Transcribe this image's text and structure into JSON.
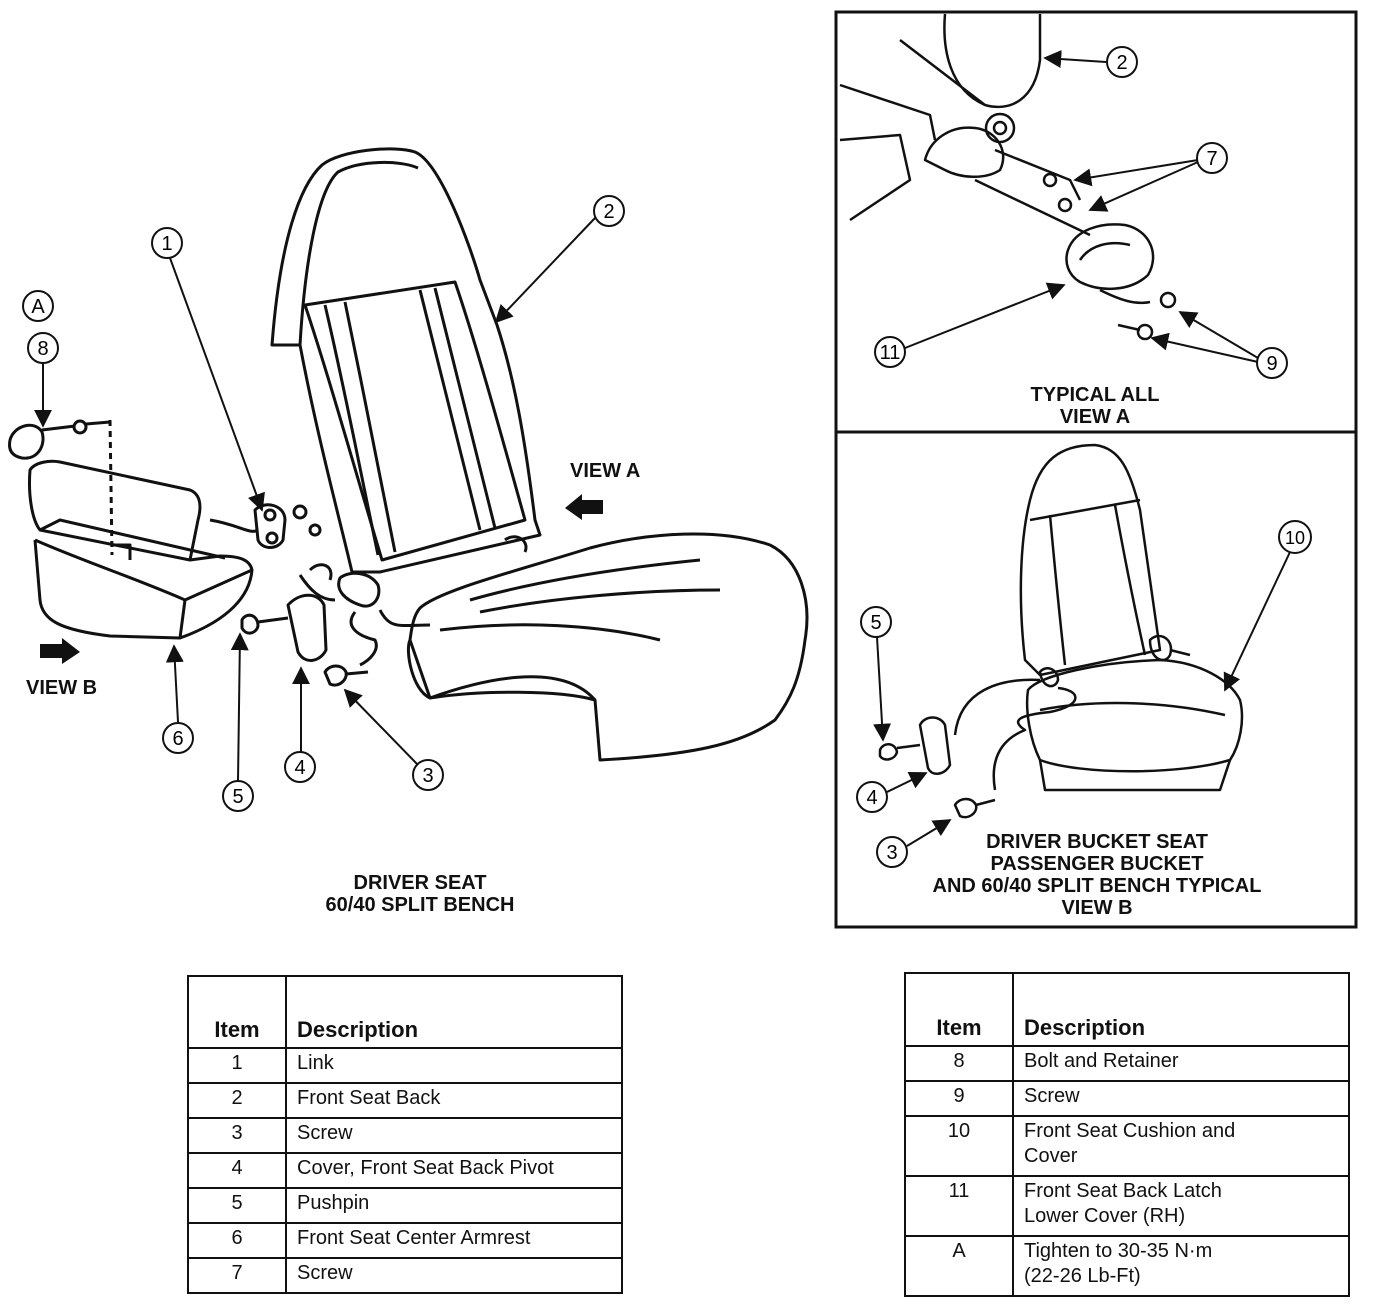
{
  "main_view": {
    "caption_line1": "DRIVER SEAT",
    "caption_line2": "60/40 SPLIT BENCH",
    "view_a_label": "VIEW A",
    "view_b_label": "VIEW B",
    "torque_ref": "A",
    "callouts": [
      "1",
      "2",
      "3",
      "4",
      "5",
      "6",
      "8"
    ]
  },
  "view_a_panel": {
    "caption_line1": "TYPICAL ALL",
    "caption_line2": "VIEW A",
    "callouts": [
      "2",
      "7",
      "9",
      "11"
    ]
  },
  "view_b_panel": {
    "caption_line1": "DRIVER BUCKET SEAT",
    "caption_line2": "PASSENGER BUCKET",
    "caption_line3": "AND 60/40 SPLIT BENCH TYPICAL",
    "caption_line4": "VIEW B",
    "callouts": [
      "10",
      "5",
      "4",
      "3"
    ]
  },
  "table_left": {
    "headers": [
      "Item",
      "Description"
    ],
    "rows": [
      {
        "item": "1",
        "description": "Link"
      },
      {
        "item": "2",
        "description": "Front Seat Back"
      },
      {
        "item": "3",
        "description": "Screw"
      },
      {
        "item": "4",
        "description": "Cover, Front Seat Back Pivot"
      },
      {
        "item": "5",
        "description": "Pushpin"
      },
      {
        "item": "6",
        "description": "Front Seat Center Armrest"
      },
      {
        "item": "7",
        "description": "Screw"
      }
    ]
  },
  "table_right": {
    "headers": [
      "Item",
      "Description"
    ],
    "rows": [
      {
        "item": "8",
        "description": "Bolt and Retainer"
      },
      {
        "item": "9",
        "description": "Screw"
      },
      {
        "item": "10",
        "description": "Front Seat Cushion and\nCover"
      },
      {
        "item": "11",
        "description": "Front Seat Back Latch\nLower Cover (RH)"
      },
      {
        "item": "A",
        "description": "Tighten to 30-35 N·m\n(22-26 Lb-Ft)"
      }
    ]
  }
}
